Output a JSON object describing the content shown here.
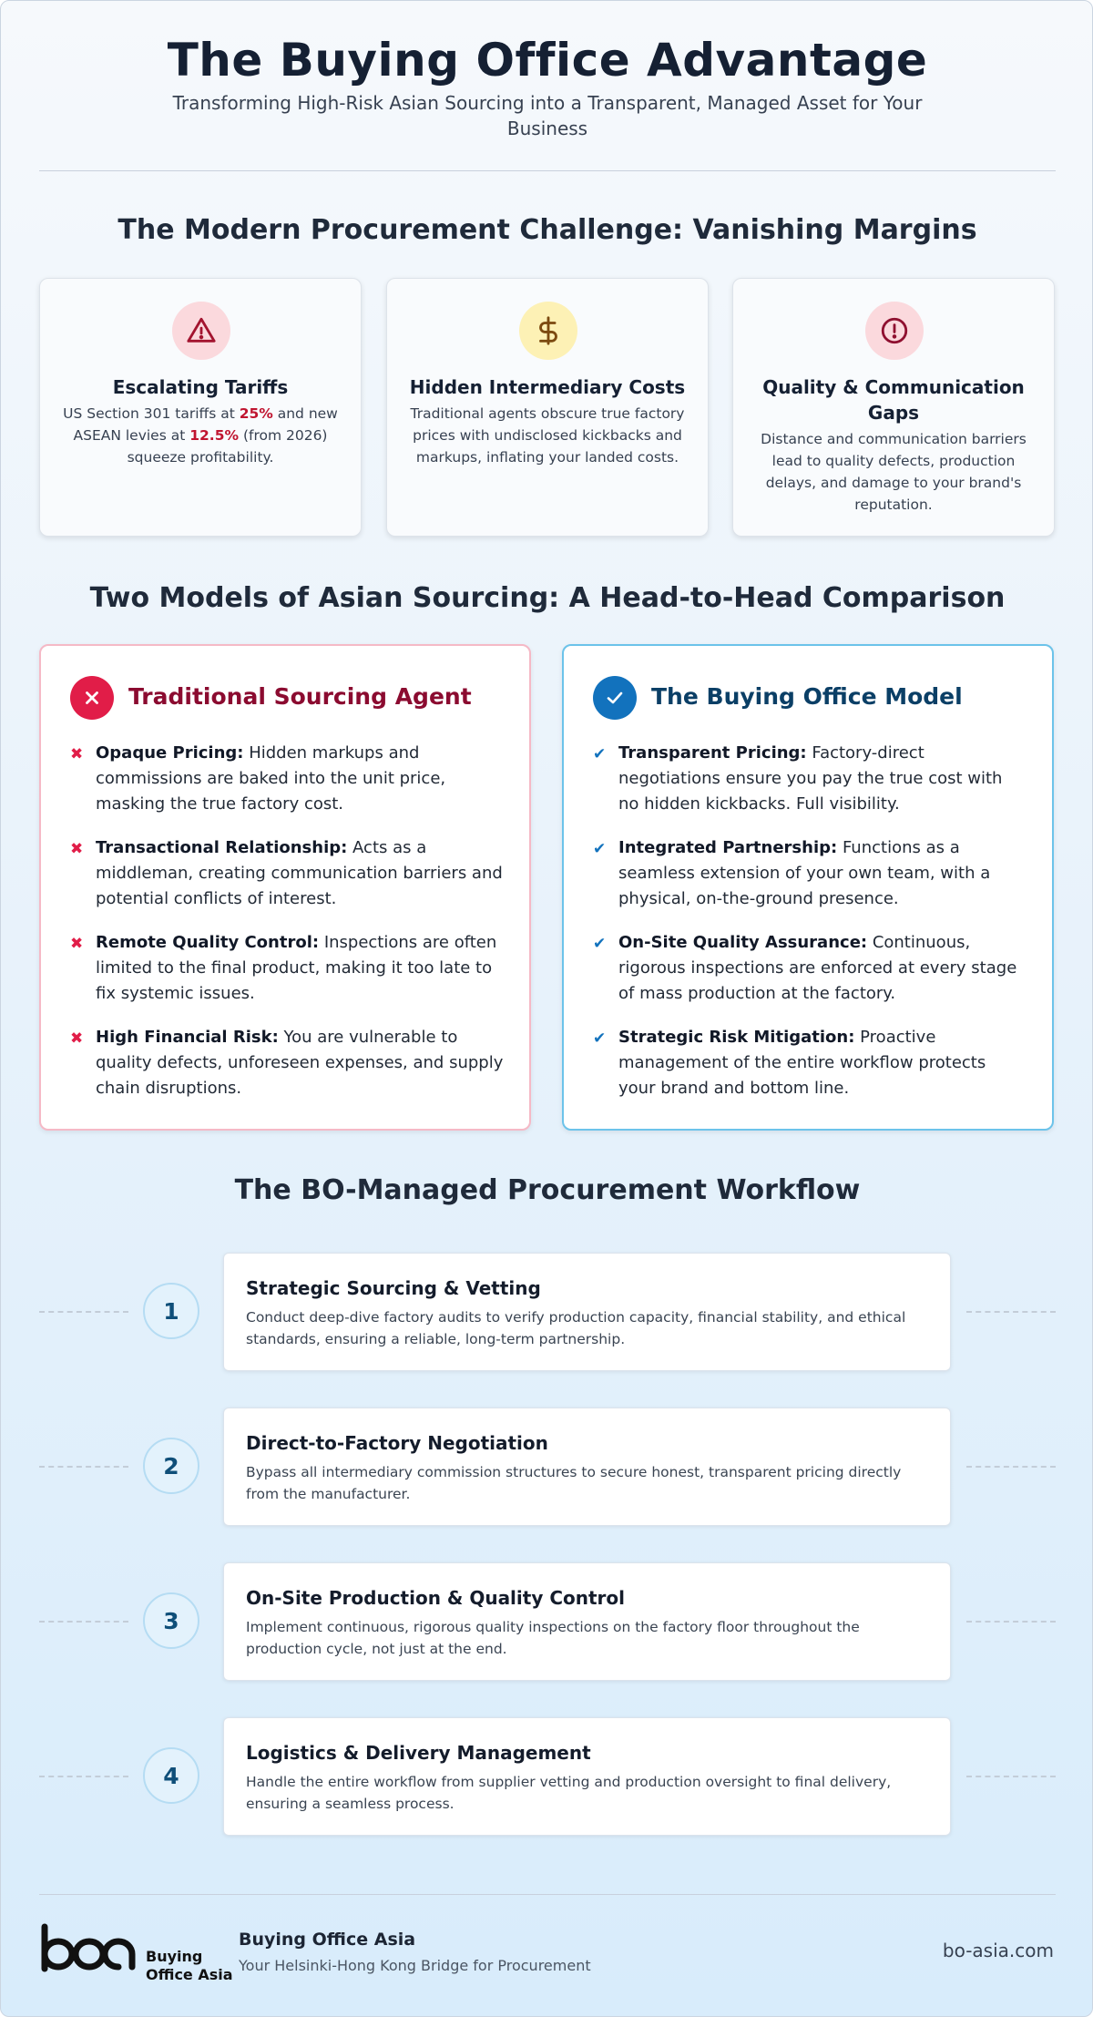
{
  "header": {
    "title": "The Buying Office Advantage",
    "subtitle": "Transforming High-Risk Asian Sourcing into a Transparent, Managed Asset for Your Business"
  },
  "challenge": {
    "title": "The Modern Procurement Challenge: Vanishing Margins",
    "cards": [
      {
        "icon": "warning-icon",
        "title": "Escalating Tariffs",
        "text_parts": [
          "US Section 301 tariffs at ",
          "25%",
          " and new ASEAN levies at ",
          "12.5%",
          " (from 2026) squeeze profitability."
        ]
      },
      {
        "icon": "dollar-icon",
        "title": "Hidden Intermediary Costs",
        "text": "Traditional agents obscure true factory prices with undisclosed kickbacks and markups, inflating your landed costs."
      },
      {
        "icon": "alert-circle-icon",
        "title": "Quality & Communication Gaps",
        "text": "Distance and communication barriers lead to quality defects, production delays, and damage to your brand's reputation."
      }
    ]
  },
  "comparison": {
    "title": "Two Models of Asian Sourcing: A Head-to-Head Comparison",
    "traditional": {
      "title": "Traditional Sourcing Agent",
      "items": [
        {
          "label": "Opaque Pricing:",
          "text": " Hidden markups and commissions are baked into the unit price, masking the true factory cost."
        },
        {
          "label": "Transactional Relationship:",
          "text": " Acts as a middleman, creating communication barriers and potential conflicts of interest."
        },
        {
          "label": "Remote Quality Control:",
          "text": " Inspections are often limited to the final product, making it too late to fix systemic issues."
        },
        {
          "label": "High Financial Risk:",
          "text": " You are vulnerable to quality defects, unforeseen expenses, and supply chain disruptions."
        }
      ]
    },
    "buying_office": {
      "title": "The Buying Office Model",
      "items": [
        {
          "label": "Transparent Pricing:",
          "text": " Factory-direct negotiations ensure you pay the true cost with no hidden kickbacks. Full visibility."
        },
        {
          "label": "Integrated Partnership:",
          "text": " Functions as a seamless extension of your own team, with a physical, on-the-ground presence."
        },
        {
          "label": "On-Site Quality Assurance:",
          "text": " Continuous, rigorous inspections are enforced at every stage of mass production at the factory."
        },
        {
          "label": "Strategic Risk Mitigation:",
          "text": " Proactive management of the entire workflow protects your brand and bottom line."
        }
      ]
    }
  },
  "workflow": {
    "title": "The BO-Managed Procurement Workflow",
    "steps": [
      {
        "number": "1",
        "title": "Strategic Sourcing & Vetting",
        "text": "Conduct deep-dive factory audits to verify production capacity, financial stability, and ethical standards, ensuring a reliable, long-term partnership."
      },
      {
        "number": "2",
        "title": "Direct-to-Factory Negotiation",
        "text": "Bypass all intermediary commission structures to secure honest, transparent pricing directly from the manufacturer."
      },
      {
        "number": "3",
        "title": "On-Site Production & Quality Control",
        "text": "Implement continuous, rigorous quality inspections on the factory floor throughout the production cycle, not just at the end."
      },
      {
        "number": "4",
        "title": "Logistics & Delivery Management",
        "text": "Handle the entire workflow from supplier vetting and production oversight to final delivery, ensuring a seamless process."
      }
    ]
  },
  "footer": {
    "logo_text_line1": "Buying",
    "logo_text_line2": "Office Asia",
    "company": "Buying Office Asia",
    "tagline": "Your Helsinki-Hong Kong Bridge for Procurement",
    "url": "bo-asia.com"
  },
  "colors": {
    "title": "#152033",
    "negative": "#e11d48",
    "negative_title": "#8b0b30",
    "positive": "#1272bd",
    "positive_title": "#0b3f66",
    "tariff_highlight": "#c01530"
  }
}
